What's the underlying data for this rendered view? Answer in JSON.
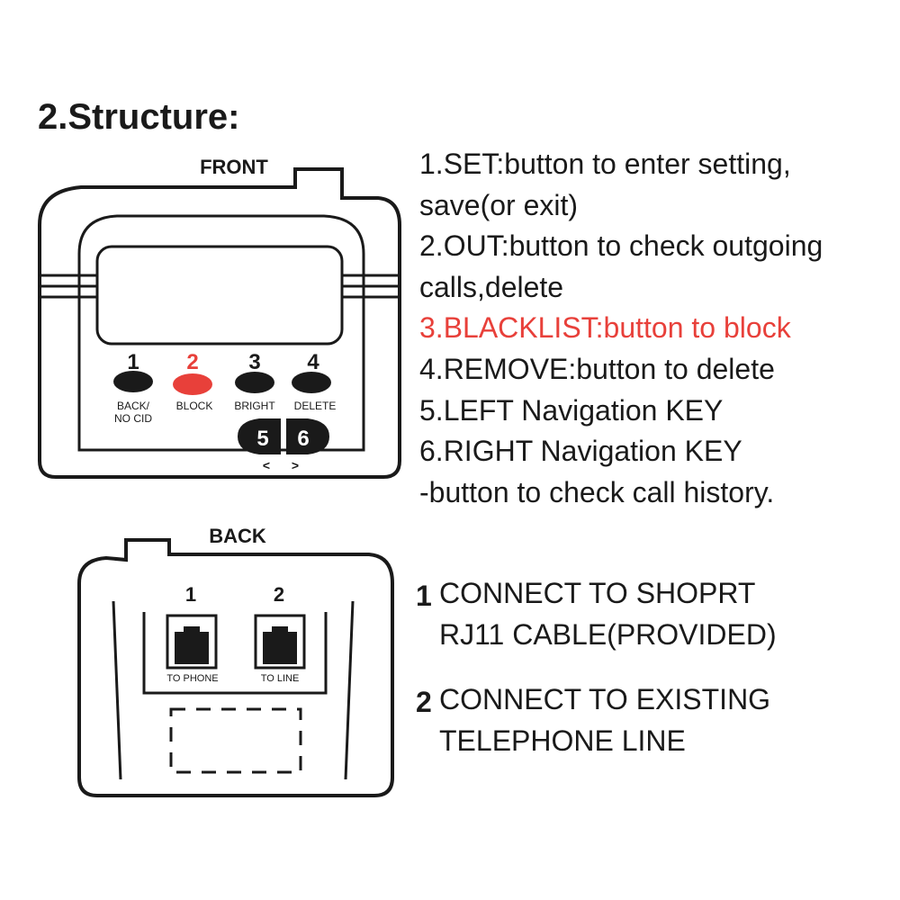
{
  "title": "2.Structure:",
  "front": {
    "label": "FRONT",
    "buttons": [
      {
        "num": "1",
        "caption_line1": "BACK/",
        "caption_line2": "NO CID",
        "color": "#1a1a1a"
      },
      {
        "num": "2",
        "caption_line1": "BLOCK",
        "caption_line2": "",
        "color": "#e8403a"
      },
      {
        "num": "3",
        "caption_line1": "BRIGHT",
        "caption_line2": "",
        "color": "#1a1a1a"
      },
      {
        "num": "4",
        "caption_line1": "DELETE",
        "caption_line2": "",
        "color": "#1a1a1a"
      }
    ],
    "nav": {
      "left_num": "5",
      "right_num": "6",
      "left_arrow": "<",
      "right_arrow": ">"
    }
  },
  "back": {
    "label": "BACK",
    "ports": [
      {
        "num": "1",
        "caption": "TO PHONE"
      },
      {
        "num": "2",
        "caption": "TO LINE"
      }
    ]
  },
  "front_descriptions": [
    "1.SET:button to enter setting,",
    "save(or exit)",
    "2.OUT:button to check outgoing",
    "calls,delete",
    "3.BLACKLIST:button to block",
    "4.REMOVE:button to delete",
    "5.LEFT Navigation KEY",
    "6.RIGHT Navigation KEY",
    "-button to check call history."
  ],
  "back_descriptions": [
    {
      "num": "1",
      "line1": "CONNECT TO SHOPRT",
      "line2": "RJ11 CABLE(PROVIDED)"
    },
    {
      "num": "2",
      "line1": "CONNECT TO EXISTING",
      "line2": "TELEPHONE LINE"
    }
  ],
  "colors": {
    "ink": "#1a1a1a",
    "highlight": "#e8403a"
  }
}
